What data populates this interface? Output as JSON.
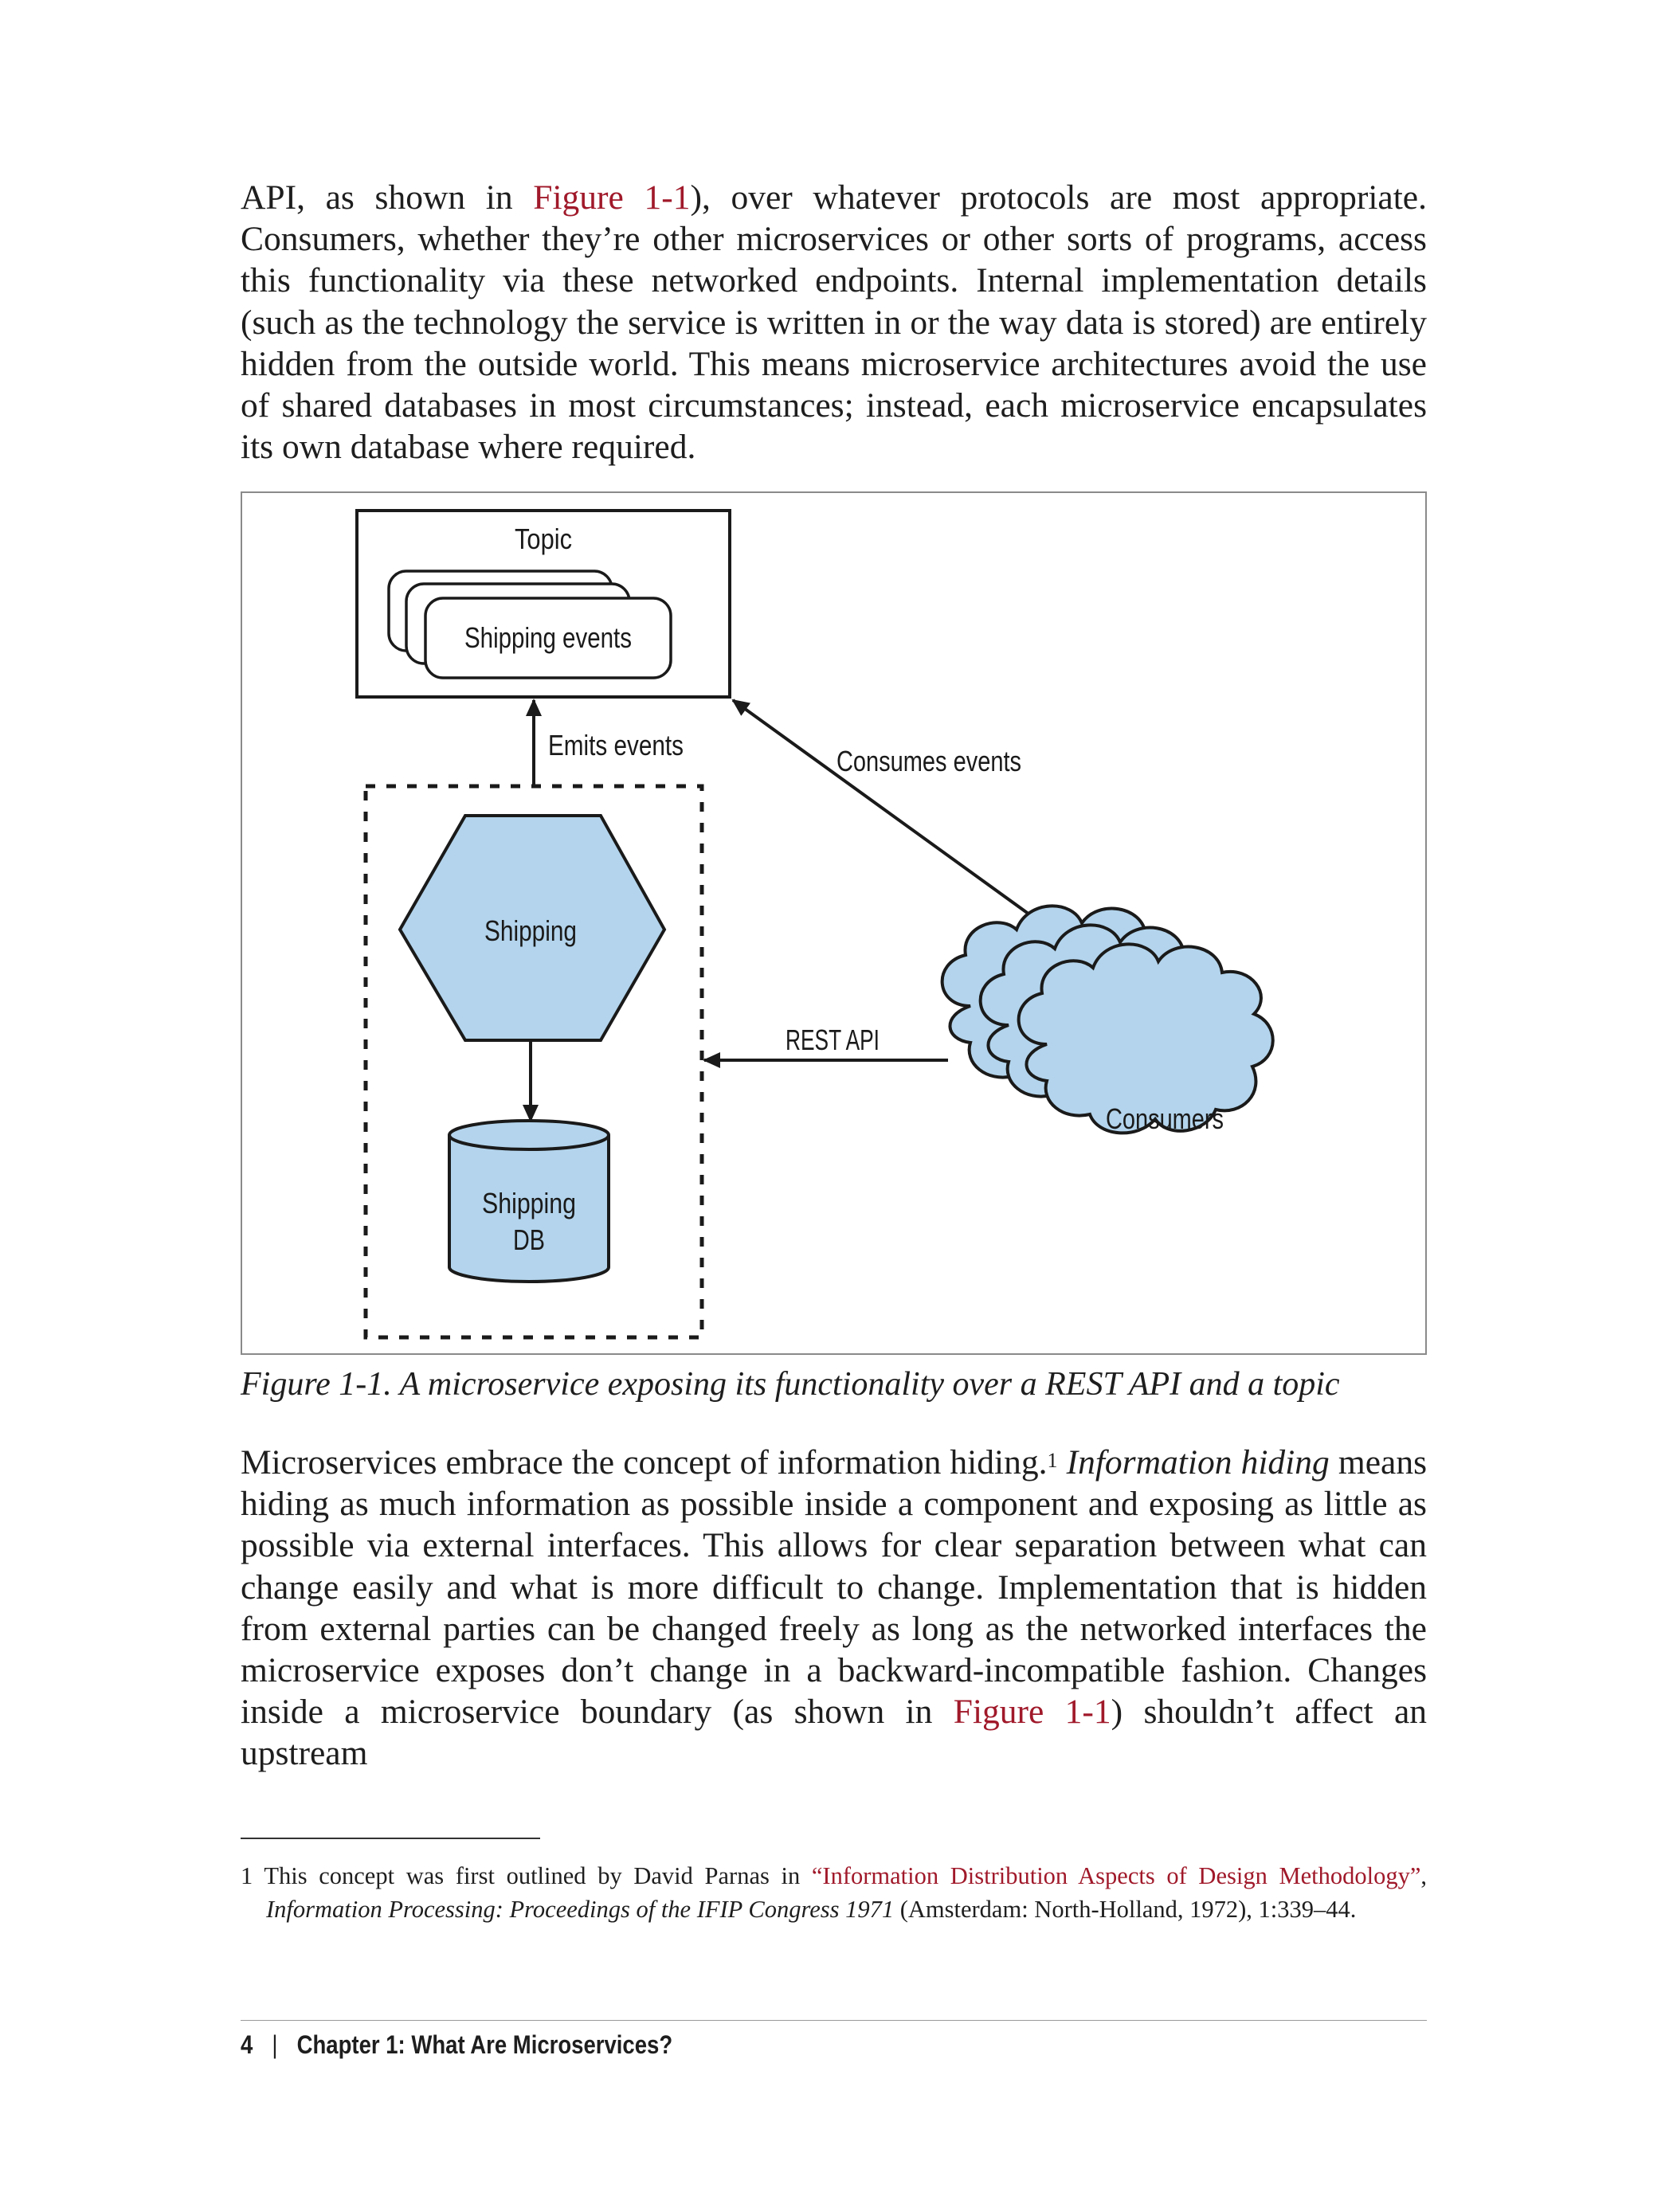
{
  "para1": {
    "t1": "API, as shown in ",
    "ref": "Figure 1-1",
    "t2": "), over whatever protocols are most appropriate. Consumers, whether they’re other microservices or other sorts of programs, access this functionality via these networked endpoints. Internal implementation details (such as the technology the service is written in or the way data is stored) are entirely hidden from the outside world. This means microservice architectures avoid the use of shared databases in most circumstances; instead, each microservice encapsulates its own database where required."
  },
  "figure": {
    "topic_label": "Topic",
    "shipping_events_label": "Shipping events",
    "emits_events_label": "Emits events",
    "consumes_events_label": "Consumes events",
    "shipping_service_label": "Shipping",
    "rest_api_label": "REST API",
    "consumers_label": "Consumers",
    "db_line1": "Shipping",
    "db_line2": "DB",
    "colors": {
      "fill": "#b3d4ec",
      "stroke": "#1a1a1a"
    },
    "caption": "Figure 1-1. A microservice exposing its functionality over a REST API and a topic"
  },
  "para2": {
    "t1": "Microservices embrace the concept of information hiding.",
    "fnmark": "1",
    "t2": " ",
    "em": "Information hiding",
    "t3": " means hiding as much information as possible inside a component and exposing as little as possible via external interfaces. This allows for clear separation between what can change easily and what is more difficult to change. Implementation that is hidden from external parties can be changed freely as long as the networked interfaces the microservice exposes don’t change in a backward-incompatible fashion. Changes inside a microservice boundary (as shown in ",
    "ref": "Figure 1-1",
    "t4": ") shouldn’t affect an upstream"
  },
  "footnote": {
    "number": "1",
    "t1": " This concept was first outlined by David Parnas in ",
    "link": "“Information Distribution Aspects of Design Methodology”",
    "t2": ", ",
    "em": "Information Processing: Proceedings of the IFIP Congress 1971",
    "t3": " (Amsterdam: North-Holland, 1972), 1:339–44."
  },
  "footer": {
    "page_number": "4",
    "separator": "|",
    "chapter": "Chapter 1: What Are Microservices?"
  }
}
